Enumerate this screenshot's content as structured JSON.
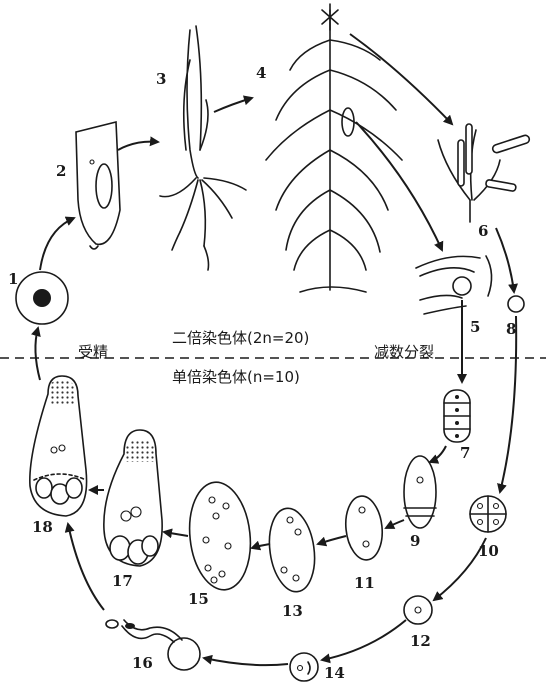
{
  "diagram": {
    "upper_caption": "二倍染色体(2n=20)",
    "lower_caption": "单倍染色体(n=10)",
    "left_boundary_label": "受精",
    "right_boundary_label": "减数分裂",
    "stage_numbers": [
      "1",
      "2",
      "3",
      "4",
      "5",
      "6",
      "7",
      "8",
      "9",
      "10",
      "11",
      "12",
      "13",
      "14",
      "15",
      "16",
      "17",
      "18"
    ]
  }
}
